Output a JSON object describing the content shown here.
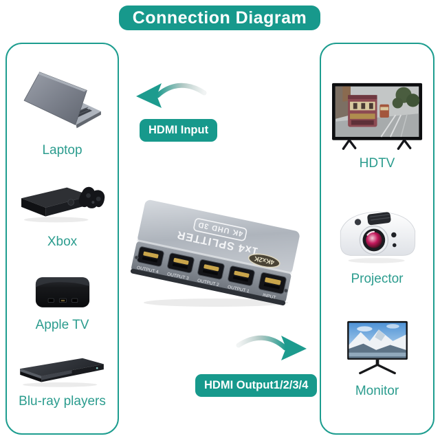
{
  "title": "Connection Diagram",
  "colors": {
    "accent_teal": "#17998c",
    "panel_border": "#1d9d8f",
    "label_text": "#2b9c8e",
    "device_silver": "#b9bec6",
    "hdmi_gold": "#c9a54b"
  },
  "sources": [
    {
      "label": "Laptop",
      "icon": "laptop-image"
    },
    {
      "label": "Xbox",
      "icon": "xbox-image"
    },
    {
      "label": "Apple TV",
      "icon": "apple-tv-image"
    },
    {
      "label": "Blu-ray players",
      "icon": "blu-ray-image"
    }
  ],
  "displays": [
    {
      "label": "HDTV",
      "icon": "hdtv-image"
    },
    {
      "label": "Projector",
      "icon": "projector-image"
    },
    {
      "label": "Monitor",
      "icon": "monitor-image"
    }
  ],
  "flow": {
    "input_badge": "HDMI Input",
    "output_badge": "HDMI Output1/2/3/4",
    "input_arrow_icon": "curved-arrow-left-icon",
    "output_arrow_icon": "curved-arrow-right-icon"
  },
  "device": {
    "name": "1x4 SPLITTER",
    "subtitle": "4K UHD 3D",
    "corner_badge": "4Kx2K",
    "ports": [
      "OUTPUT 4",
      "OUTPUT 3",
      "OUTPUT 2",
      "OUTPUT 1",
      "INPUT"
    ]
  }
}
